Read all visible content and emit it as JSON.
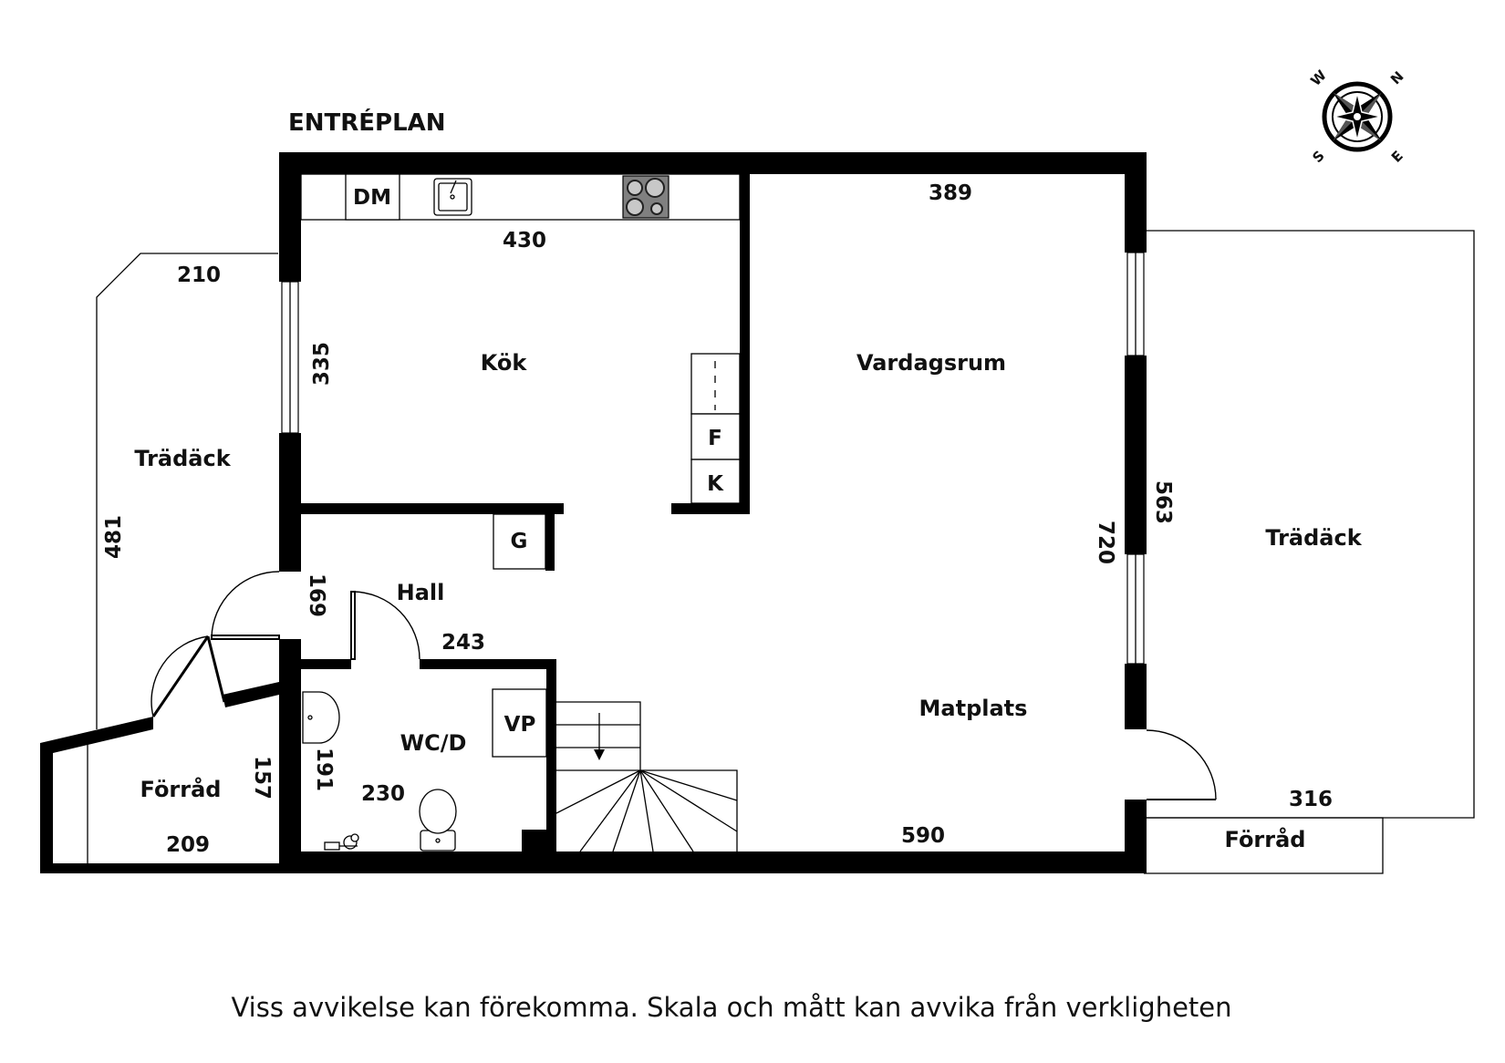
{
  "plan": {
    "title": "ENTRÉPLAN",
    "disclaimer": "Viss avvikelse kan förekomma. Skala och mått kan avvika från verkligheten"
  },
  "rooms": {
    "kok": "Kök",
    "vardagsrum": "Vardagsrum",
    "matplats": "Matplats",
    "hall": "Hall",
    "wc": "WC/D",
    "tradack_left": "Trädäck",
    "tradack_right": "Trädäck",
    "forrad_left": "Förråd",
    "forrad_right": "Förråd"
  },
  "dimensions": {
    "kok_width": "430",
    "kok_depth": "335",
    "vardagsrum_width": "389",
    "living_depth": "720",
    "matplats_width": "590",
    "hall_width": "243",
    "hall_depth": "169",
    "wc_width": "230",
    "wc_depth": "191",
    "left_deck_width": "210",
    "left_deck_depth": "481",
    "left_storage_width": "209",
    "left_storage_depth": "157",
    "right_deck_depth": "563",
    "right_deck_width": "316"
  },
  "appliances": {
    "dishwasher": "DM",
    "freezer": "F",
    "fridge": "K",
    "wardrobe": "G",
    "water_heater": "VP"
  },
  "compass": {
    "north": "N",
    "south": "S",
    "east": "E",
    "west": "W"
  }
}
